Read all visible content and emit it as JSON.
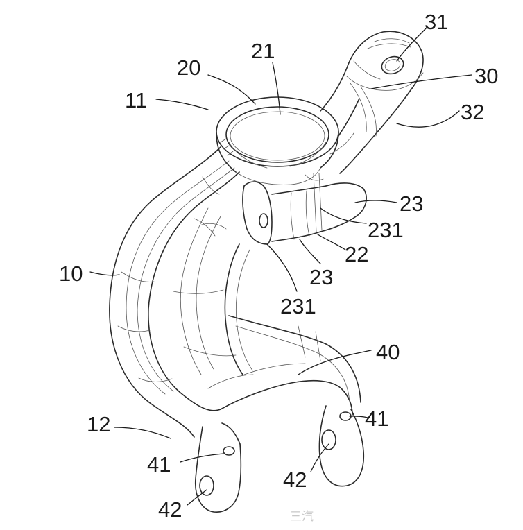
{
  "labels": {
    "l31": "31",
    "l20": "20",
    "l21": "21",
    "l30": "30",
    "l11": "11",
    "l32": "32",
    "l23a": "23",
    "l231a": "231",
    "l22": "22",
    "l23b": "23",
    "l10": "10",
    "l231b": "231",
    "l40": "40",
    "l12": "12",
    "l41a": "41",
    "l41b": "41",
    "l42a": "42",
    "l42b": "42"
  },
  "watermark": "三汽"
}
